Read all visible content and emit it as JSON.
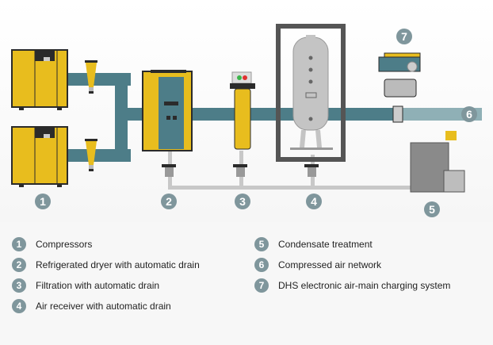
{
  "diagram": {
    "colors": {
      "pipe": "#4d7d88",
      "pipe_light": "#8fb0b6",
      "yellow": "#e8bd1e",
      "dark": "#2b2b2b",
      "grey": "#bcbcbc",
      "badge": "#7f969c"
    },
    "badges": [
      "1",
      "2",
      "3",
      "4",
      "5",
      "6",
      "7"
    ]
  },
  "legend": {
    "left": [
      {
        "num": "1",
        "label": "Compressors"
      },
      {
        "num": "2",
        "label": "Refrigerated dryer with automatic drain"
      },
      {
        "num": "3",
        "label": "Filtration with automatic drain"
      },
      {
        "num": "4",
        "label": "Air receiver with automatic drain"
      }
    ],
    "right": [
      {
        "num": "5",
        "label": "Condensate treatment"
      },
      {
        "num": "6",
        "label": "Compressed air network"
      },
      {
        "num": "7",
        "label": "DHS electronic air-main charging system"
      }
    ]
  }
}
